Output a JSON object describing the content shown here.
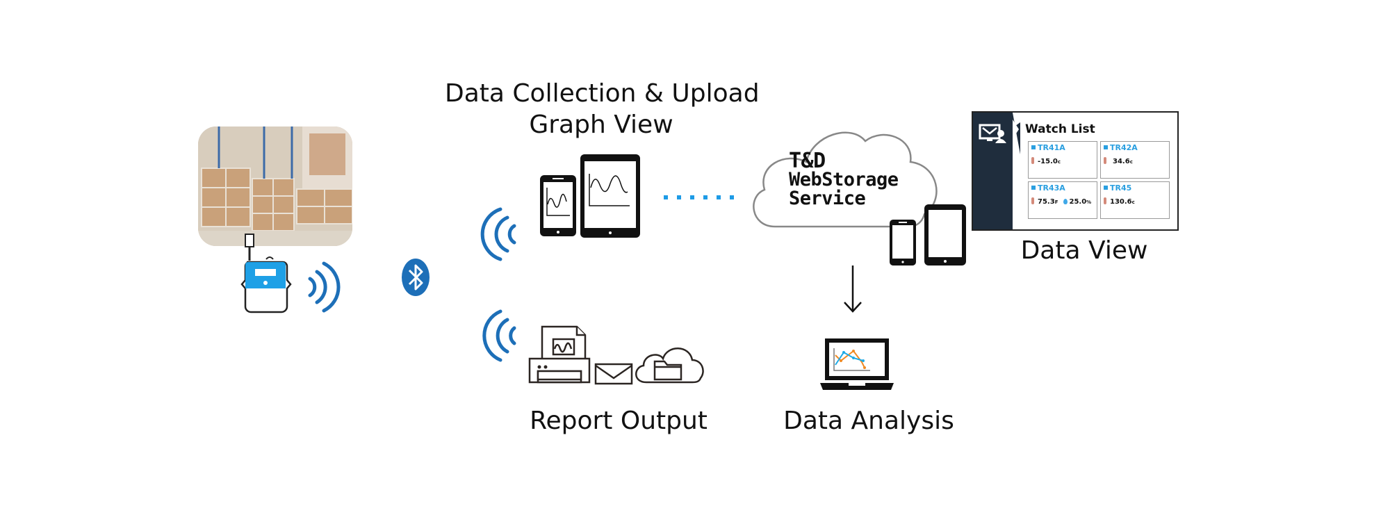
{
  "labels": {
    "data_collection": "Data Collection & Upload",
    "graph_view": "Graph View",
    "report_output": "Report Output",
    "data_analysis": "Data Analysis",
    "data_view": "Data View"
  },
  "cloud_service": {
    "line1": "T&D",
    "line2": "WebStorage",
    "line3": "Service"
  },
  "watch_list": {
    "title": "Watch List",
    "tiles": [
      {
        "name": "TR41A",
        "temp": "-15.0",
        "temp_unit": "c",
        "humidity": null
      },
      {
        "name": "TR42A",
        "temp": "34.6",
        "temp_unit": "c",
        "humidity": null
      },
      {
        "name": "TR43A",
        "temp": "75.3",
        "temp_unit": "F",
        "humidity": "25.0",
        "humidity_unit": "%"
      },
      {
        "name": "TR45",
        "temp": "130.6",
        "temp_unit": "c",
        "humidity": null
      }
    ]
  },
  "colors": {
    "signal_blue": "#1d6fb8",
    "device_blue": "#1ea0e6",
    "dots_blue": "#1e9be6",
    "panel_dark": "#1f2d3d",
    "chart_orange": "#f08a24",
    "chart_blue": "#1eaae6"
  }
}
